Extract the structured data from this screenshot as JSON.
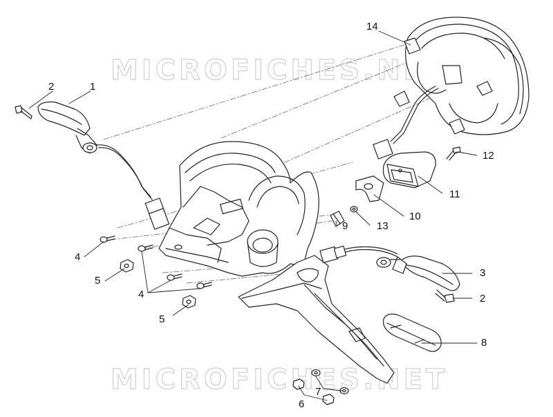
{
  "watermark": {
    "top_text": "MICROFICHES.NET",
    "bottom_text": "MICROFICHES.NET"
  },
  "callouts": {
    "c1": "1",
    "c2a": "2",
    "c2b": "2",
    "c3": "3",
    "c4a": "4",
    "c4b": "4",
    "c5a": "5",
    "c5b": "5",
    "c6": "6",
    "c7": "7",
    "c8": "8",
    "c9": "9",
    "c10": "10",
    "c11": "11",
    "c12": "12",
    "c13": "13",
    "c14": "14"
  }
}
